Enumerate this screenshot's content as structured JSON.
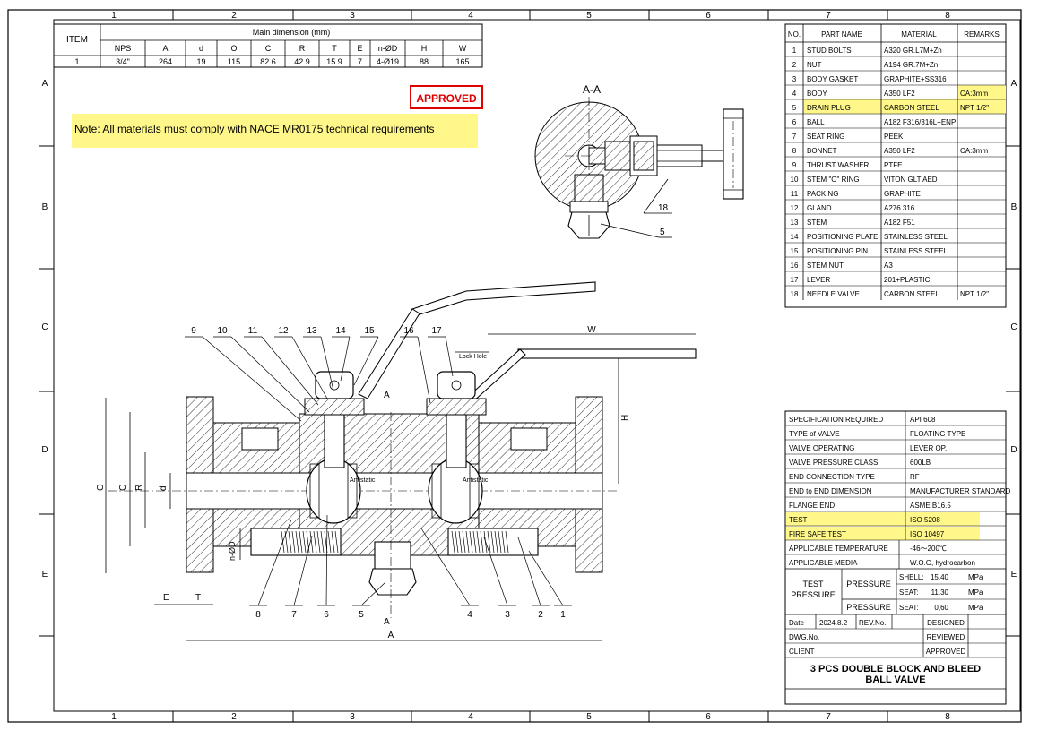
{
  "border": {
    "columns": [
      "1",
      "2",
      "3",
      "4",
      "5",
      "6",
      "7",
      "8"
    ],
    "rows": [
      "A",
      "B",
      "C",
      "D",
      "E"
    ]
  },
  "dimension_table": {
    "item_header": "ITEM",
    "group_header": "Main dimension (mm)",
    "headers": [
      "NPS",
      "A",
      "d",
      "O",
      "C",
      "R",
      "T",
      "E",
      "n-ØD",
      "H",
      "W"
    ],
    "row": {
      "item": "1",
      "values": [
        "3/4\"",
        "264",
        "19",
        "115",
        "82.6",
        "42.9",
        "15.9",
        "7",
        "4-Ø19",
        "88",
        "165"
      ]
    }
  },
  "stamp": {
    "text": "APPROVED",
    "color": "#e00000"
  },
  "note": {
    "text": "Note: All materials must comply with NACE MR0175 technical requirements",
    "highlight": "#fff78a"
  },
  "section_title": "A-A",
  "parts_table": {
    "headers": [
      "NO.",
      "PART NAME",
      "MATERIAL",
      "REMARKS"
    ],
    "rows": [
      {
        "no": "1",
        "name": "STUD BOLTS",
        "material": "A320 GR.L7M+Zn",
        "remarks": "",
        "hl_name": false,
        "hl_remarks": false
      },
      {
        "no": "2",
        "name": "NUT",
        "material": "A194 GR.7M+Zn",
        "remarks": "",
        "hl_name": false,
        "hl_remarks": false
      },
      {
        "no": "3",
        "name": "BODY GASKET",
        "material": "GRAPHITE+SS316",
        "remarks": "",
        "hl_name": false,
        "hl_remarks": false
      },
      {
        "no": "4",
        "name": "BODY",
        "material": "A350 LF2",
        "remarks": "CA:3mm",
        "hl_name": false,
        "hl_remarks": true
      },
      {
        "no": "5",
        "name": "DRAIN PLUG",
        "material": "CARBON STEEL",
        "remarks": "NPT 1/2\"",
        "hl_name": true,
        "hl_remarks": true
      },
      {
        "no": "6",
        "name": "BALL",
        "material": "A182 F316/316L+ENP",
        "remarks": "",
        "hl_name": false,
        "hl_remarks": false
      },
      {
        "no": "7",
        "name": "SEAT RING",
        "material": "PEEK",
        "remarks": "",
        "hl_name": false,
        "hl_remarks": false
      },
      {
        "no": "8",
        "name": "BONNET",
        "material": "A350 LF2",
        "remarks": "CA:3mm",
        "hl_name": false,
        "hl_remarks": false
      },
      {
        "no": "9",
        "name": "THRUST WASHER",
        "material": "PTFE",
        "remarks": "",
        "hl_name": false,
        "hl_remarks": false
      },
      {
        "no": "10",
        "name": "STEM \"O\" RING",
        "material": "VITON GLT AED",
        "remarks": "",
        "hl_name": false,
        "hl_remarks": false
      },
      {
        "no": "11",
        "name": "PACKING",
        "material": "GRAPHITE",
        "remarks": "",
        "hl_name": false,
        "hl_remarks": false
      },
      {
        "no": "12",
        "name": "GLAND",
        "material": "A276 316",
        "remarks": "",
        "hl_name": false,
        "hl_remarks": false
      },
      {
        "no": "13",
        "name": "STEM",
        "material": "A182 F51",
        "remarks": "",
        "hl_name": false,
        "hl_remarks": false
      },
      {
        "no": "14",
        "name": "POSITIONING PLATE",
        "material": "STAINLESS STEEL",
        "remarks": "",
        "hl_name": false,
        "hl_remarks": false
      },
      {
        "no": "15",
        "name": "POSITIONING PIN",
        "material": "STAINLESS STEEL",
        "remarks": "",
        "hl_name": false,
        "hl_remarks": false
      },
      {
        "no": "16",
        "name": "STEM NUT",
        "material": "A3",
        "remarks": "",
        "hl_name": false,
        "hl_remarks": false
      },
      {
        "no": "17",
        "name": "LEVER",
        "material": "201+PLASTIC",
        "remarks": "",
        "hl_name": false,
        "hl_remarks": false
      },
      {
        "no": "18",
        "name": "NEEDLE VALVE",
        "material": "CARBON STEEL",
        "remarks": "NPT 1/2\"",
        "hl_name": false,
        "hl_remarks": false
      }
    ]
  },
  "spec_table": {
    "rows": [
      {
        "label": "SPECIFICATION REQUIRED",
        "value": "API 608",
        "hl": false
      },
      {
        "label": "TYPE of VALVE",
        "value": "FLOATING TYPE",
        "hl": false
      },
      {
        "label": "VALVE OPERATING",
        "value": "LEVER OP.",
        "hl": false
      },
      {
        "label": "VALVE PRESSURE CLASS",
        "value": "600LB",
        "hl": false
      },
      {
        "label": "END CONNECTION TYPE",
        "value": "RF",
        "hl": false
      },
      {
        "label": "END to END DIMENSION",
        "value": "MANUFACTURER STANDARD",
        "hl": false
      },
      {
        "label": "FLANGE END",
        "value": "ASME B16.5",
        "hl": false
      },
      {
        "label": "TEST",
        "value": "ISO 5208",
        "hl": true
      },
      {
        "label": "FIRE SAFE TEST",
        "value": "ISO 10497",
        "hl": true
      },
      {
        "label": "APPLICABLE TEMPERATURE",
        "value": "-46～200℃",
        "hl": false
      },
      {
        "label": "APPLICABLE MEDIA",
        "value": "W.O.G, hydrocarbon",
        "hl": false
      }
    ],
    "test_pressure": {
      "label1": "TEST",
      "label2": "PRESSURE",
      "pressure_label": "PRESSURE",
      "shell_label": "SHELL:",
      "shell_value": "15.40",
      "shell_unit": "MPa",
      "seat1_label": "SEAT:",
      "seat1_value": "11.30",
      "seat1_unit": "MPa",
      "seat2_label": "SEAT:",
      "seat2_value": "0,60",
      "seat2_unit": "MPa"
    },
    "date_label": "Date",
    "date_value": "2024.8.2",
    "rev_label": "REV.No.",
    "designed": "DESIGNED",
    "dwg_label": "DWG.No.",
    "reviewed": "REVIEWED",
    "client_label": "CLIENT",
    "approved": "APPROVED",
    "title_line1": "3 PCS DOUBLE BLOCK AND BLEED",
    "title_line2": "BALL VALVE"
  },
  "drawing_labels": {
    "callouts_top": [
      "9",
      "10",
      "11",
      "12",
      "13",
      "14",
      "15",
      "16",
      "17"
    ],
    "callouts_bottom": [
      "8",
      "7",
      "6",
      "5",
      "4",
      "3",
      "2",
      "1"
    ],
    "section_callouts": [
      "18",
      "5"
    ],
    "lock_hole": "Lock Hole",
    "antistatic": "Antistatic",
    "dim_W": "W",
    "dim_H": "H",
    "dim_A": "A",
    "dim_E": "E",
    "dim_T": "T",
    "dim_O": "O",
    "dim_C": "C",
    "dim_R": "R",
    "dim_d": "d",
    "dim_nD": "n-ØD",
    "section_mark": "A"
  }
}
